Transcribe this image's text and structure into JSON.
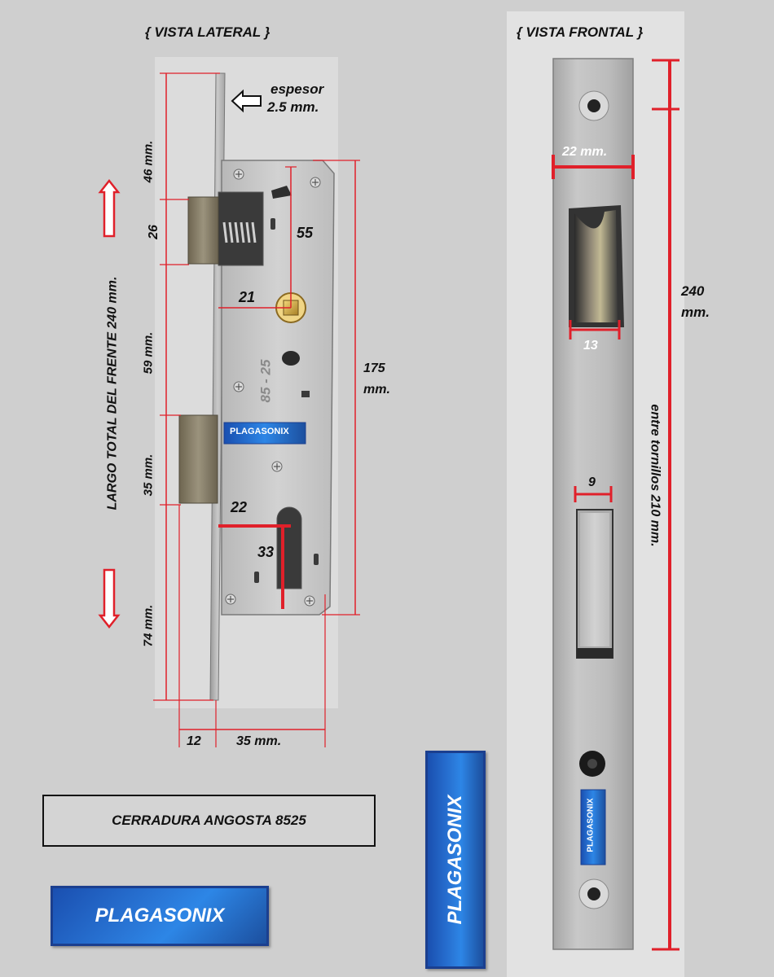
{
  "side_view": {
    "title": "{ VISTA LATERAL }",
    "thickness_label": "espesor",
    "thickness_value": "2.5 mm.",
    "dim_46": "46 mm.",
    "dim_26": "26",
    "dim_59": "59 mm.",
    "dim_35v": "35 mm.",
    "dim_74": "74 mm.",
    "dim_55": "55",
    "dim_21": "21",
    "dim_175": "175",
    "dim_175_unit": "mm.",
    "dim_22": "22",
    "dim_33": "33",
    "dim_12": "12",
    "dim_35h": "35 mm.",
    "total_length": "LARGO TOTAL DEL FRENTE 240 mm.",
    "model_stamp": "85 - 25",
    "plate_brand": "PLAGASONIX"
  },
  "front_view": {
    "title": "{ VISTA FRONTAL }",
    "dim_22": "22 mm.",
    "dim_13": "13",
    "dim_9": "9",
    "dim_240": "240",
    "dim_240_unit": "mm.",
    "screw_spacing": "entre tornillos 210 mm.",
    "plate_brand": "PLAGASONIX"
  },
  "product_title": "CERRADURA ANGOSTA 8525",
  "brand_badge": "PLAGASONIX",
  "brand_vertical": "PLAGASONIX",
  "colors": {
    "dimension_red": "#e0202a",
    "brand_blue": "#2a78d8",
    "steel": "#b9b9b9"
  }
}
